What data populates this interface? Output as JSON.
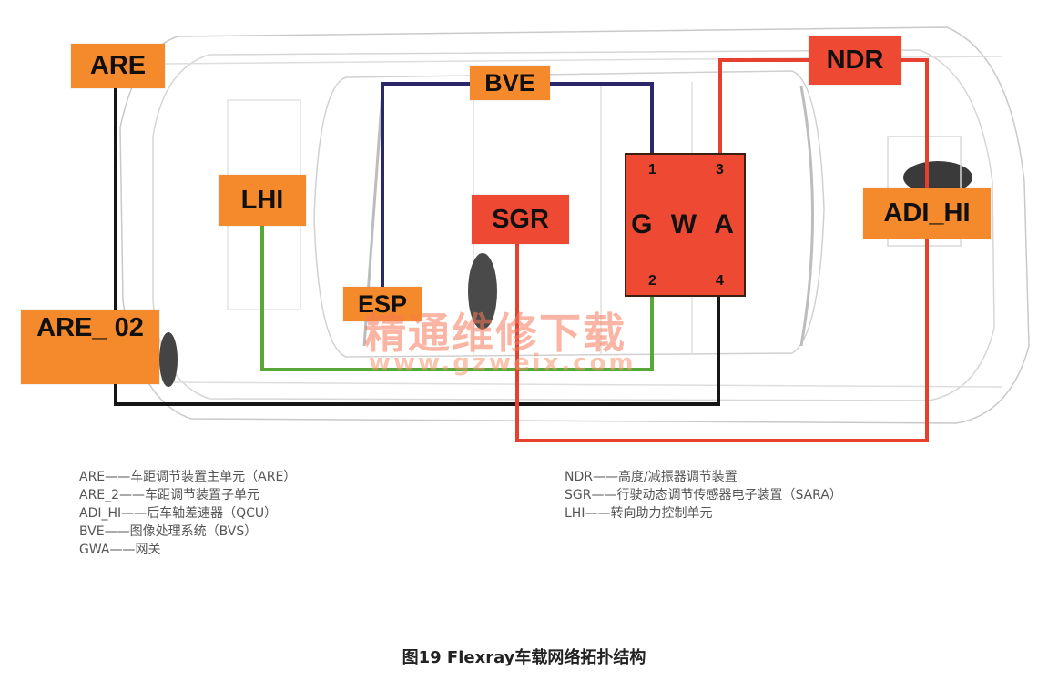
{
  "nodes": {
    "are": "ARE",
    "are_02": "ARE_ 02",
    "lhi": "LHI",
    "esp": "ESP",
    "bve": "BVE",
    "sgr": "SGR",
    "ndr": "NDR",
    "adi_hi": "ADI_HI",
    "gwa": "G W A"
  },
  "gwa_ports": {
    "p1": "1",
    "p2": "2",
    "p3": "3",
    "p4": "4"
  },
  "legend_left": [
    "ARE——车距调节装置主单元（ARE）",
    "ARE_2——车距调节装置子单元",
    "ADI_HI——后车轴差速器（QCU）",
    "BVE——图像处理系统（BVS）",
    "GWA——网关"
  ],
  "legend_right": [
    "NDR——高度/减振器调节装置",
    "SGR——行驶动态调节传感器电子装置（SARA）",
    "LHI——转向助力控制单元"
  ],
  "caption": "图19  Flexray车载网络拓扑结构",
  "watermark": {
    "line1": "精通维修下载",
    "line2": "www.gzweix.com"
  },
  "colors": {
    "node_orange": "#f58a2c",
    "node_red": "#ee4a33",
    "line_black": "#151515",
    "line_navy": "#2a2868",
    "line_green": "#56a838",
    "line_red": "#e8402e"
  }
}
